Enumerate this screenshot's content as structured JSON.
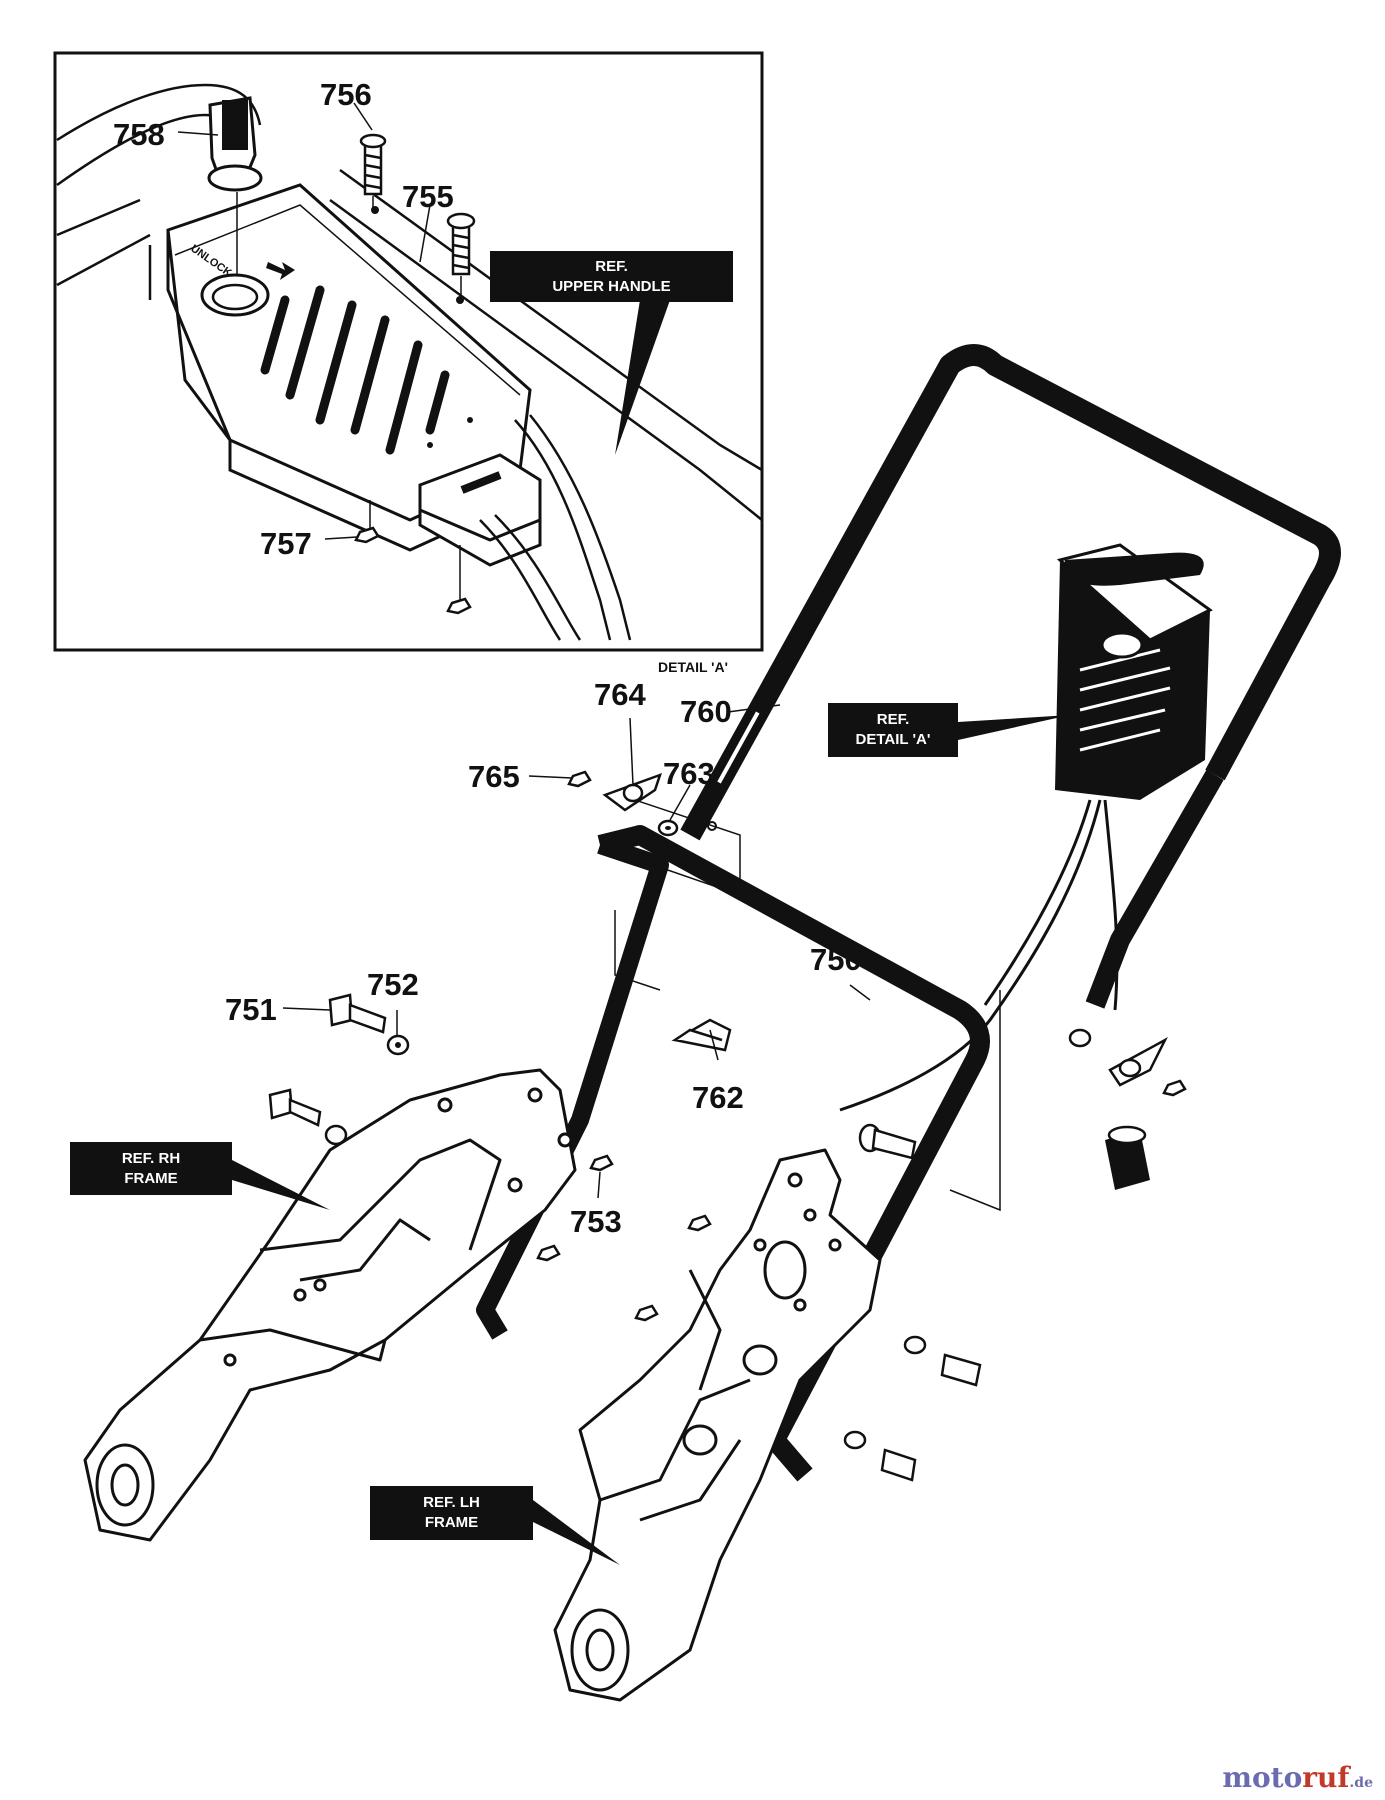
{
  "detail_caption": "DETAIL 'A'",
  "parts": [
    {
      "id": "p756",
      "label": "756"
    },
    {
      "id": "p758",
      "label": "758"
    },
    {
      "id": "p755",
      "label": "755"
    },
    {
      "id": "p757",
      "label": "757"
    },
    {
      "id": "p764",
      "label": "764"
    },
    {
      "id": "p760",
      "label": "760"
    },
    {
      "id": "p765",
      "label": "765"
    },
    {
      "id": "p763",
      "label": "763"
    },
    {
      "id": "p750",
      "label": "750"
    },
    {
      "id": "p751",
      "label": "751"
    },
    {
      "id": "p752",
      "label": "752"
    },
    {
      "id": "p762",
      "label": "762"
    },
    {
      "id": "p753",
      "label": "753"
    }
  ],
  "ref_labels": {
    "upper_handle": [
      "REF.",
      "UPPER HANDLE"
    ],
    "detail_a": [
      "REF.",
      "DETAIL 'A'"
    ],
    "rh_frame": [
      "REF. RH",
      "FRAME"
    ],
    "lh_frame": [
      "REF. LH",
      "FRAME"
    ]
  },
  "watermark": {
    "brand_a": "moto",
    "brand_b": "ruf",
    "tld": ".de"
  },
  "colors": {
    "ink": "#111111",
    "paper": "#ffffff"
  }
}
